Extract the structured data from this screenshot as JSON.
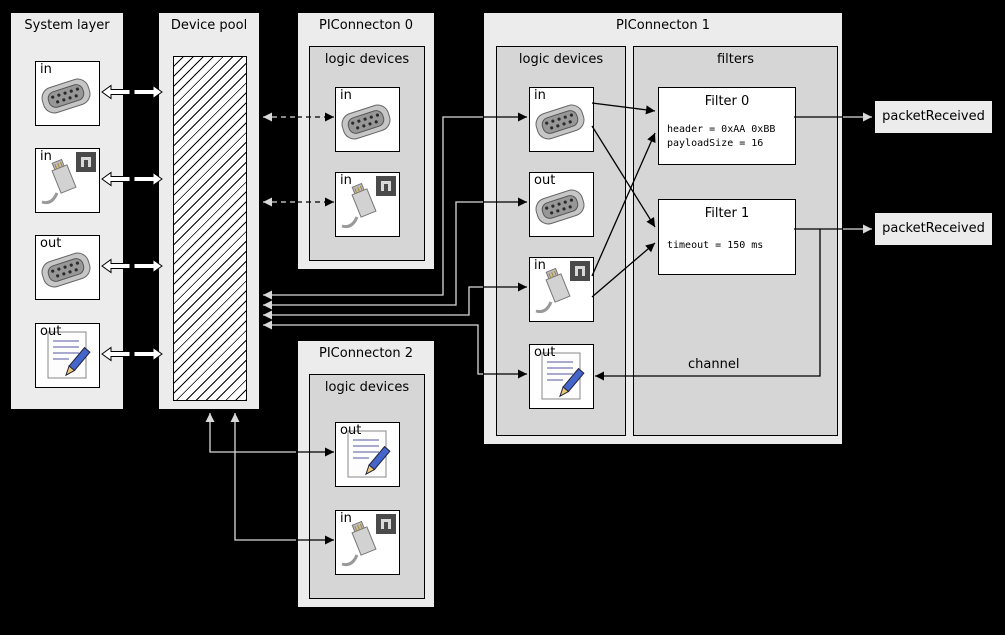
{
  "system_layer": {
    "title": "System layer",
    "devices": [
      {
        "label": "in",
        "icon": "serial-port"
      },
      {
        "label": "in",
        "icon": "ethernet"
      },
      {
        "label": "out",
        "icon": "serial-port"
      },
      {
        "label": "out",
        "icon": "script"
      }
    ]
  },
  "device_pool": {
    "title": "Device pool"
  },
  "piconnecton0": {
    "title": "PIConnecton 0",
    "group_label": "logic devices",
    "devices": [
      {
        "label": "in",
        "icon": "serial-port"
      },
      {
        "label": "in",
        "icon": "ethernet"
      }
    ]
  },
  "piconnecton1": {
    "title": "PIConnecton 1",
    "logic_group_label": "logic devices",
    "filters_group_label": "filters",
    "channel_label": "channel",
    "devices": [
      {
        "label": "in",
        "icon": "serial-port"
      },
      {
        "label": "out",
        "icon": "serial-port"
      },
      {
        "label": "in",
        "icon": "ethernet"
      },
      {
        "label": "out",
        "icon": "script"
      }
    ],
    "filters": [
      {
        "title": "Filter 0",
        "params": [
          "header = 0xAA 0xBB",
          "payloadSize = 16"
        ]
      },
      {
        "title": "Filter 1",
        "params": [
          "timeout = 150 ms"
        ]
      }
    ]
  },
  "piconnecton2": {
    "title": "PIConnecton 2",
    "group_label": "logic devices",
    "devices": [
      {
        "label": "out",
        "icon": "script"
      },
      {
        "label": "in",
        "icon": "ethernet"
      }
    ]
  },
  "events": [
    {
      "label": "packetReceived"
    },
    {
      "label": "packetReceived"
    }
  ],
  "colors": {
    "background": "#000000",
    "panel": "#ececec",
    "inner_panel": "#d6d6d6",
    "line_on_dark": "#d9d9d9",
    "line_on_light": "#000000"
  }
}
